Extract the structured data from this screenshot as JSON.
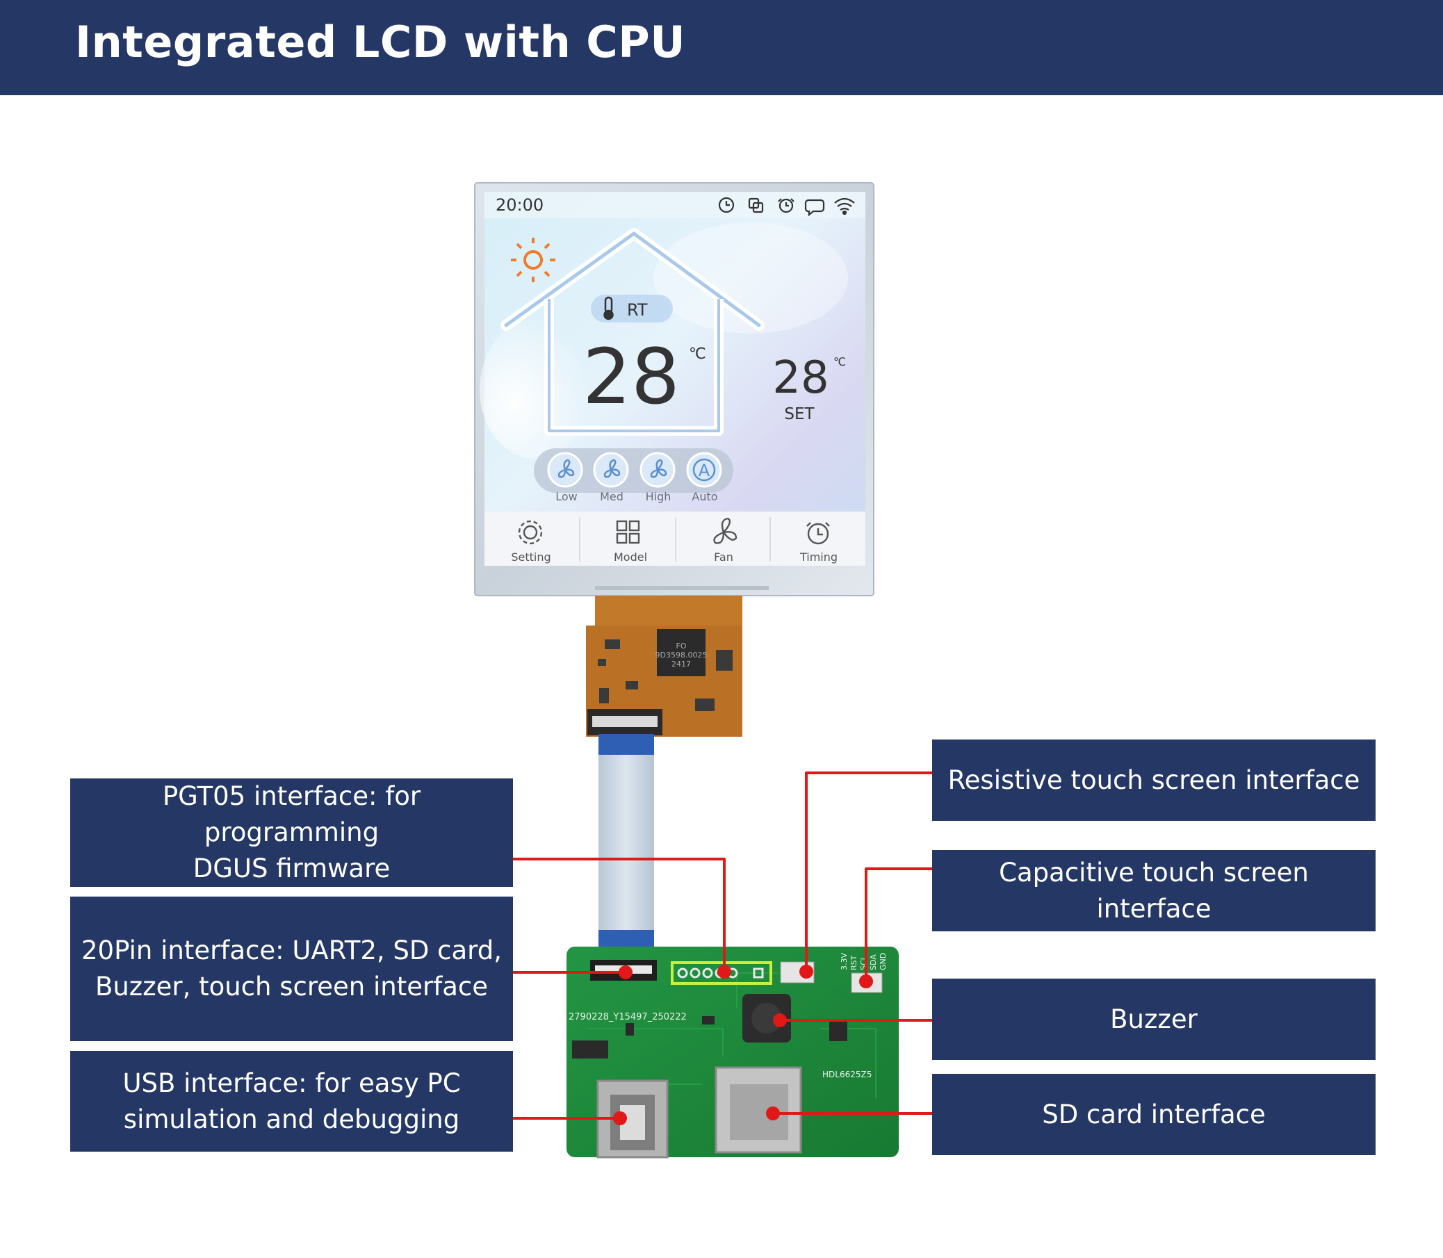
{
  "header": {
    "title": "Integrated LCD with CPU"
  },
  "screen": {
    "clock": "20:00",
    "room_badge": "RT",
    "room_temp": "28",
    "room_unit": "℃",
    "set_temp": "28",
    "set_unit": "℃",
    "set_label": "SET",
    "fan_modes": [
      "Low",
      "Med",
      "High",
      "Auto"
    ],
    "menu": [
      "Setting",
      "Model",
      "Fan",
      "Timing"
    ]
  },
  "board": {
    "silkscreen_id": "2790228_Y15497_250222",
    "buzzer_code": "HDL6625Z5",
    "chip_marks": [
      "FO",
      "9D3598.0025",
      "2417"
    ],
    "pin_labels": [
      "3.3V",
      "RST",
      "SCL",
      "SDA",
      "GND"
    ]
  },
  "callouts": {
    "pgt05": [
      "PGT05 interface: for programming",
      "DGUS firmware"
    ],
    "pin20": [
      "20Pin interface: UART2, SD card,",
      "Buzzer, touch screen interface"
    ],
    "usb": [
      "USB interface: for easy PC",
      "simulation and debugging"
    ],
    "resistive": [
      "Resistive touch screen interface"
    ],
    "capacitive": [
      "Capacitive touch screen interface"
    ],
    "buzzer": [
      "Buzzer"
    ],
    "sdcard": [
      "SD card interface"
    ]
  },
  "colors": {
    "navy": "#253865",
    "leader_red": "#e01818",
    "pcb_green": "#1f8a3a",
    "fpc_orange": "#c87a2a"
  }
}
